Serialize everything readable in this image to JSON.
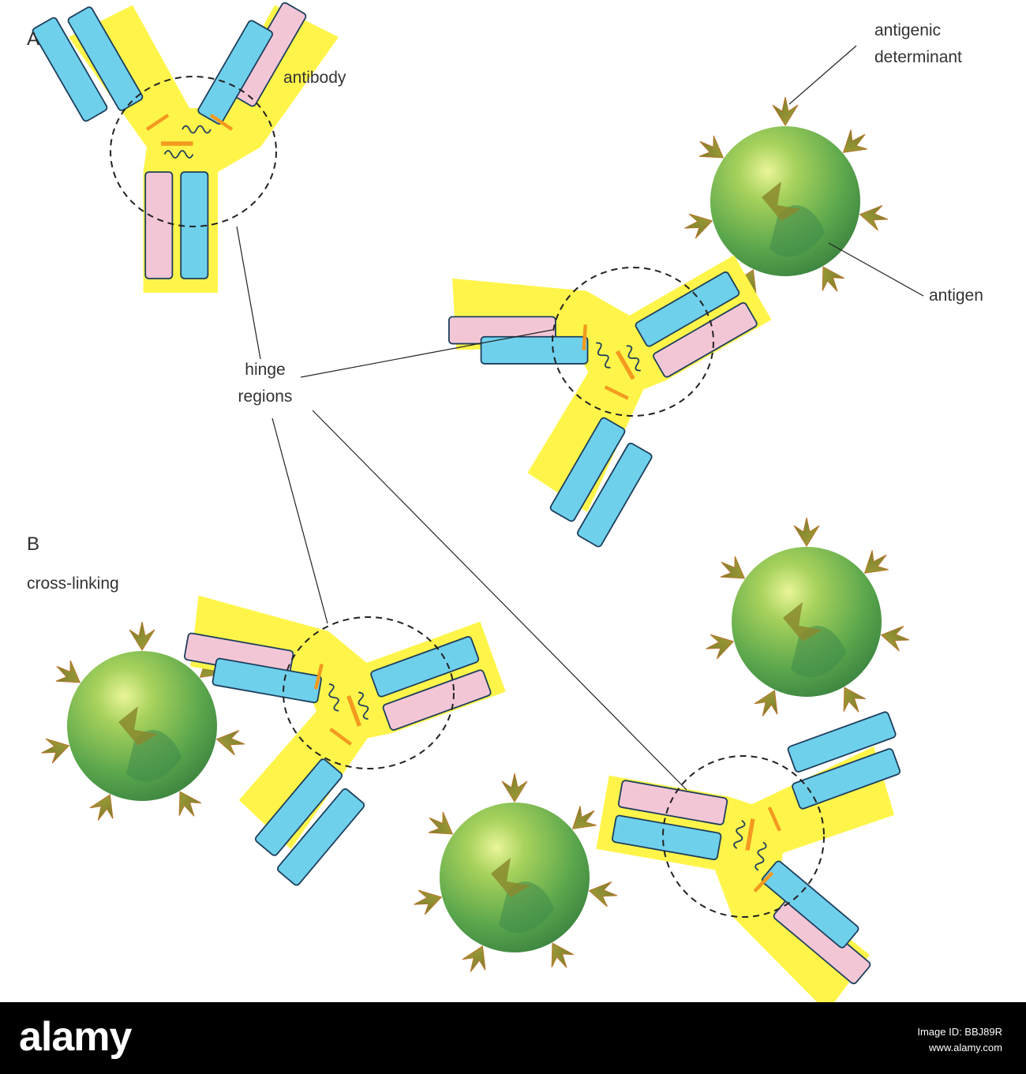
{
  "labels": {
    "panel_a": "A",
    "panel_b": "B",
    "antibody": "antibody",
    "antigenic_determinant_line1": "antigenic",
    "antigenic_determinant_line2": "determinant",
    "antigen": "antigen",
    "hinge_line1": "hinge",
    "hinge_line2": "regions",
    "cross_linking": "cross-linking"
  },
  "colors": {
    "fab_background": "#fff54a",
    "heavy_chain": "#6fd0ec",
    "light_chain": "#f3c6d6",
    "disulfide_bond": "#f39a1f",
    "antigen_sphere": "#5aa64c",
    "determinant": "#8a8a2e",
    "outline": "#1d3f5c"
  },
  "watermark": {
    "logo": "alamy",
    "image_id": "Image ID: BBJ89R",
    "site": "www.alamy.com"
  }
}
